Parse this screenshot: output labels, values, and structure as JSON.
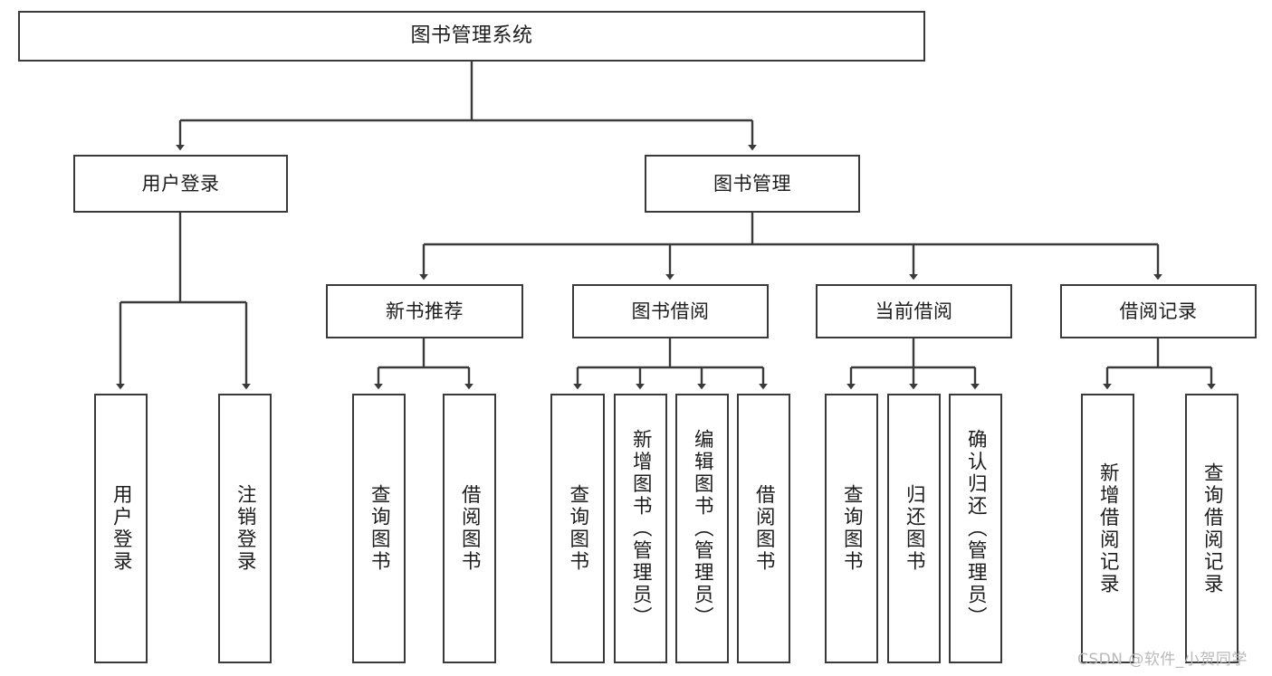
{
  "diagram": {
    "type": "hierarchy-tree",
    "title": "图书管理系统",
    "orientation": "top-down",
    "colors": {
      "stroke": "#3a3a3a",
      "fill": "#ffffff",
      "text": "#1d1d1d",
      "watermark": "#b9b9b9"
    },
    "levels": [
      {
        "level": 1,
        "nodes": [
          {
            "id": "root",
            "label": "图书管理系统",
            "text_direction": "horizontal"
          }
        ]
      },
      {
        "level": 2,
        "nodes": [
          {
            "id": "login",
            "label": "用户登录",
            "text_direction": "horizontal",
            "parent": "root"
          },
          {
            "id": "bookmgmt",
            "label": "图书管理",
            "text_direction": "horizontal",
            "parent": "root"
          }
        ]
      },
      {
        "level": 3,
        "nodes": [
          {
            "id": "newbook",
            "label": "新书推荐",
            "text_direction": "horizontal",
            "parent": "bookmgmt"
          },
          {
            "id": "borrow",
            "label": "图书借阅",
            "text_direction": "horizontal",
            "parent": "bookmgmt"
          },
          {
            "id": "current",
            "label": "当前借阅",
            "text_direction": "horizontal",
            "parent": "bookmgmt"
          },
          {
            "id": "records",
            "label": "借阅记录",
            "text_direction": "horizontal",
            "parent": "bookmgmt"
          }
        ]
      },
      {
        "level": 4,
        "nodes": [
          {
            "id": "leaf1",
            "label": "用户登录",
            "text_direction": "vertical",
            "parent": "login"
          },
          {
            "id": "leaf2",
            "label": "注销登录",
            "text_direction": "vertical",
            "parent": "login"
          },
          {
            "id": "leaf3",
            "label": "查询图书",
            "text_direction": "vertical",
            "parent": "newbook"
          },
          {
            "id": "leaf4",
            "label": "借阅图书",
            "text_direction": "vertical",
            "parent": "newbook"
          },
          {
            "id": "leaf5",
            "label": "查询图书",
            "text_direction": "vertical",
            "parent": "borrow"
          },
          {
            "id": "leaf6",
            "label": "新增图书（管理员）",
            "text_direction": "vertical",
            "parent": "borrow"
          },
          {
            "id": "leaf7",
            "label": "编辑图书（管理员）",
            "text_direction": "vertical",
            "parent": "borrow"
          },
          {
            "id": "leaf8",
            "label": "借阅图书",
            "text_direction": "vertical",
            "parent": "borrow"
          },
          {
            "id": "leaf9",
            "label": "查询图书",
            "text_direction": "vertical",
            "parent": "current"
          },
          {
            "id": "leaf10",
            "label": "归还图书",
            "text_direction": "vertical",
            "parent": "current"
          },
          {
            "id": "leaf11",
            "label": "确认归还（管理员）",
            "text_direction": "vertical",
            "parent": "current"
          },
          {
            "id": "leaf12",
            "label": "新增借阅记录",
            "text_direction": "vertical",
            "parent": "records"
          },
          {
            "id": "leaf13",
            "label": "查询借阅记录",
            "text_direction": "vertical",
            "parent": "records"
          }
        ]
      }
    ]
  },
  "watermark": {
    "text": "CSDN @软件_小贺同学"
  }
}
